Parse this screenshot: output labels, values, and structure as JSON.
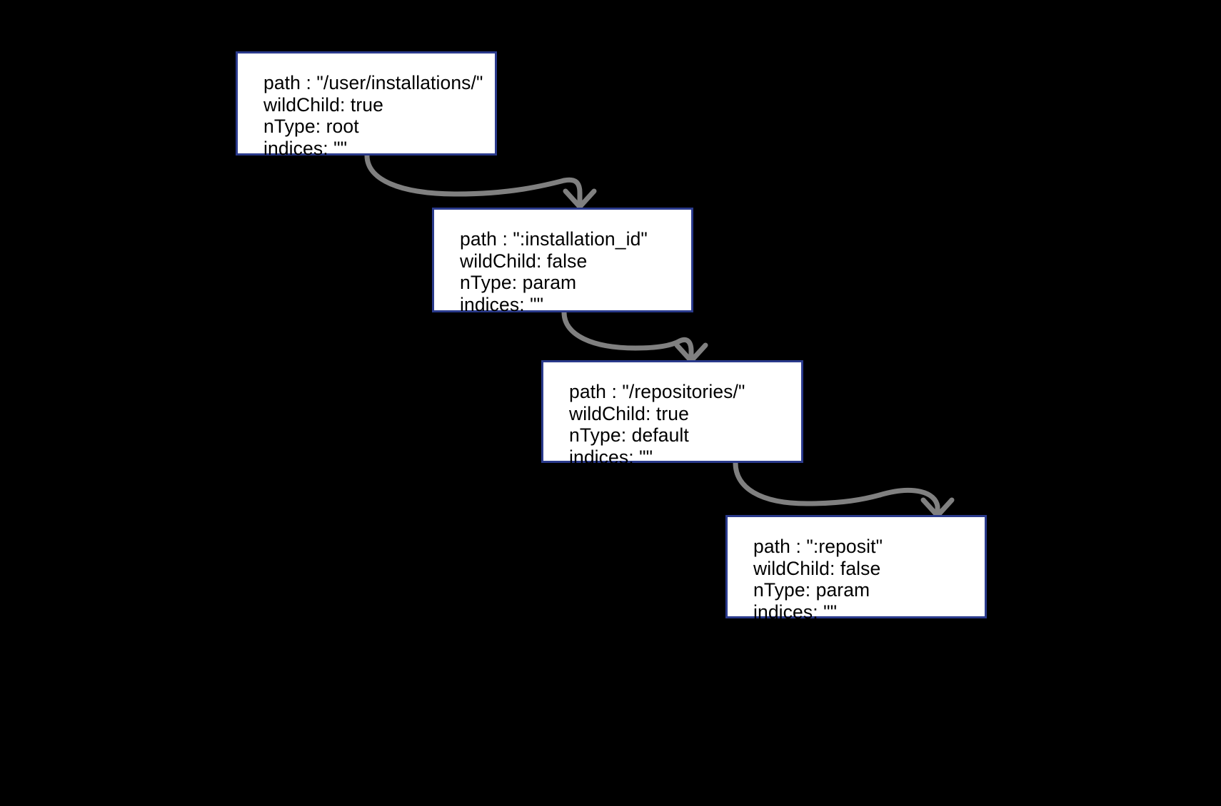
{
  "diagram": {
    "type": "tree",
    "background_color": "#000000",
    "node_border_color": "#2a3a8c",
    "node_fill_color": "#ffffff",
    "edge_color": "#808080",
    "text_color": "#000000",
    "nodes": [
      {
        "id": "root",
        "lines": {
          "path": "path : \"/user/installations/\"",
          "wildChild": "wildChild: true",
          "nType": "nType: root",
          "indices": "indices: \"\""
        }
      },
      {
        "id": "param-installation",
        "lines": {
          "path": "path : \":installation_id\"",
          "wildChild": "wildChild: false",
          "nType": "nType: param",
          "indices": "indices: \"\""
        }
      },
      {
        "id": "default-repositories",
        "lines": {
          "path": "path : \"/repositories/\"",
          "wildChild": "wildChild: true",
          "nType": "nType: default",
          "indices": "indices: \"\""
        }
      },
      {
        "id": "param-reposit",
        "lines": {
          "path": "path : \":reposit\"",
          "wildChild": "wildChild: false",
          "nType": "nType: param",
          "indices": "indices: \"\""
        }
      }
    ],
    "edges": [
      {
        "from": "root",
        "to": "param-installation"
      },
      {
        "from": "param-installation",
        "to": "default-repositories"
      },
      {
        "from": "default-repositories",
        "to": "param-reposit"
      }
    ]
  }
}
